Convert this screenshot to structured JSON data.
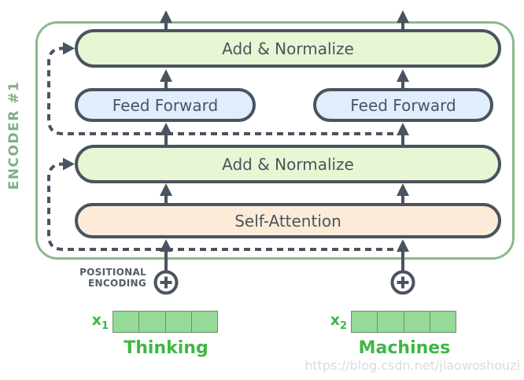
{
  "diagram": {
    "encoder_label": "ENCODER #1",
    "blocks": {
      "add_normalize_top": "Add & Normalize",
      "feed_forward_left": "Feed Forward",
      "feed_forward_right": "Feed Forward",
      "add_normalize_bottom": "Add & Normalize",
      "self_attention": "Self-Attention"
    },
    "positional_encoding": {
      "line1": "POSITIONAL",
      "line2": "ENCODING"
    },
    "inputs": [
      {
        "symbol": "x",
        "subscript": "1",
        "word": "Thinking",
        "vector_cells": 4
      },
      {
        "symbol": "x",
        "subscript": "2",
        "word": "Machines",
        "vector_cells": 4
      }
    ],
    "colors": {
      "outline_green": "#8CB98E",
      "encoder_label_green": "#82AF84",
      "add_normalize_fill": "#E9F6D3",
      "feed_forward_fill": "#E0EEFB",
      "self_attention_fill": "#FCEBD9",
      "stroke_dark": "#4A5460",
      "vector_fill": "#97DA98",
      "vector_border": "#6B8F6B",
      "input_text_green": "#3DB843",
      "watermark_gray": "#DBDBDB"
    },
    "watermark": "https://blog.csdn.net/jiaowoshouzi"
  }
}
